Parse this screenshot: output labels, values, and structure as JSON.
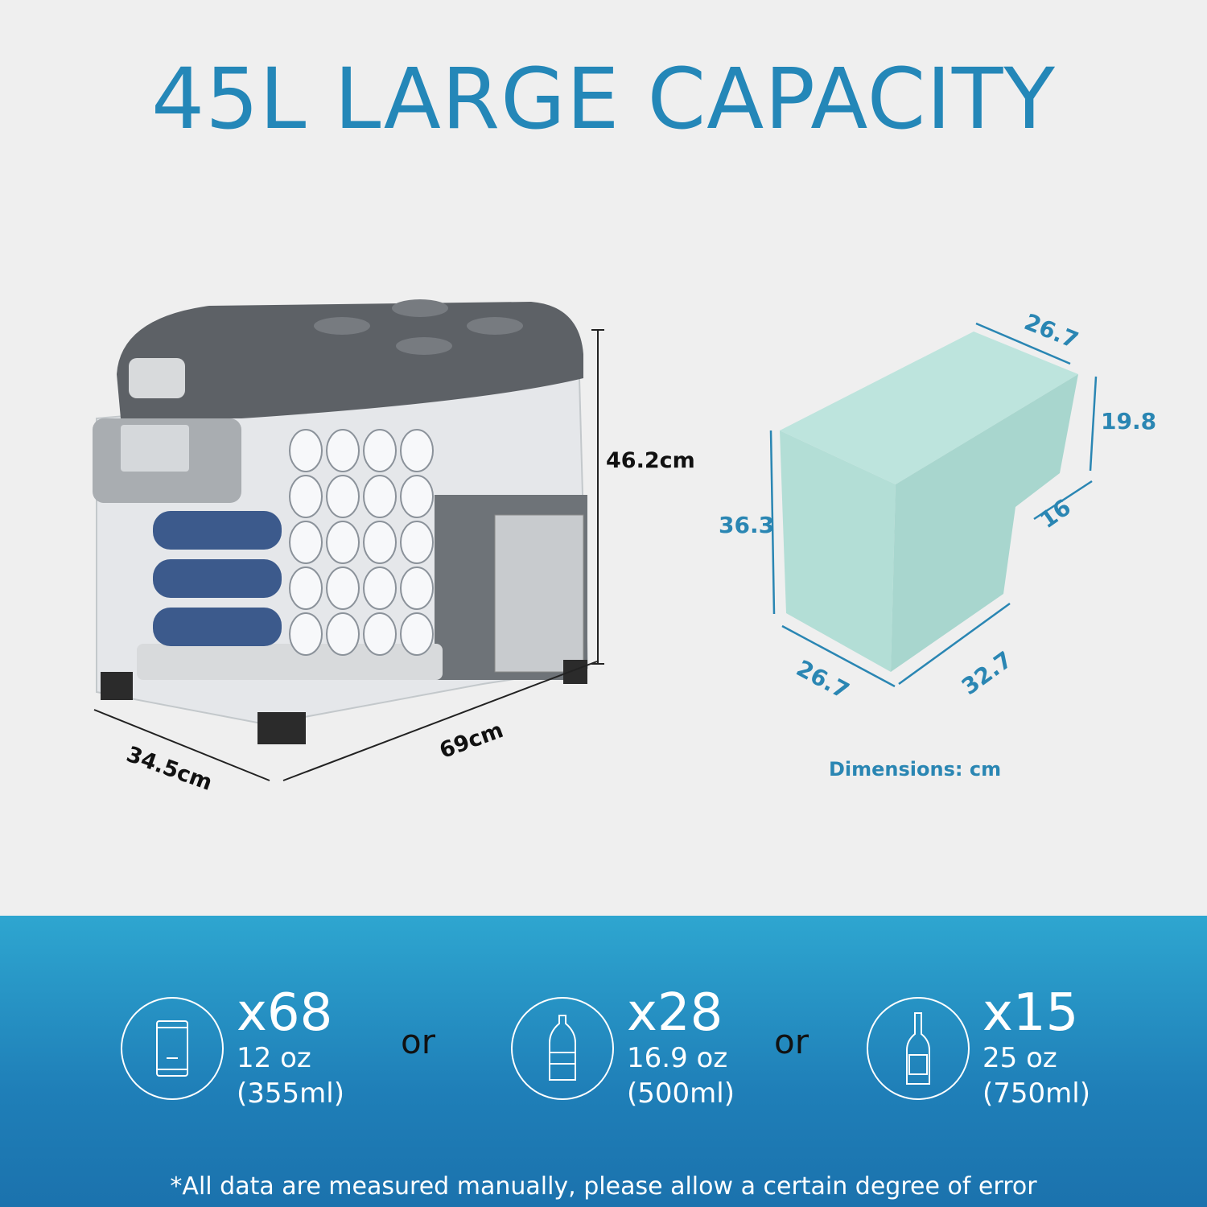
{
  "title": "45L LARGE CAPACITY",
  "fridge_dimensions": {
    "height": "46.2cm",
    "length": "69cm",
    "depth": "34.5cm"
  },
  "volume_diagram": {
    "labels": {
      "top_depth": "26.7",
      "step_height": "19.8",
      "step_depth": "16",
      "height": "36.3",
      "bottom_depth": "26.7",
      "length": "32.7"
    },
    "note": "Dimensions: cm",
    "color": "#a9dcd3"
  },
  "capacity": [
    {
      "icon": "can-icon",
      "qty": "x68",
      "oz": "12 oz",
      "ml": "(355ml)"
    },
    {
      "icon": "water-bottle-icon",
      "qty": "x28",
      "oz": "16.9 oz",
      "ml": "(500ml)"
    },
    {
      "icon": "wine-bottle-icon",
      "qty": "x15",
      "oz": "25 oz",
      "ml": "(750ml)"
    }
  ],
  "separator": "or",
  "footnote": "*All data are measured manually, please allow a certain degree of error",
  "colors": {
    "accent": "#2487b8",
    "band": "#2ea6d0"
  }
}
